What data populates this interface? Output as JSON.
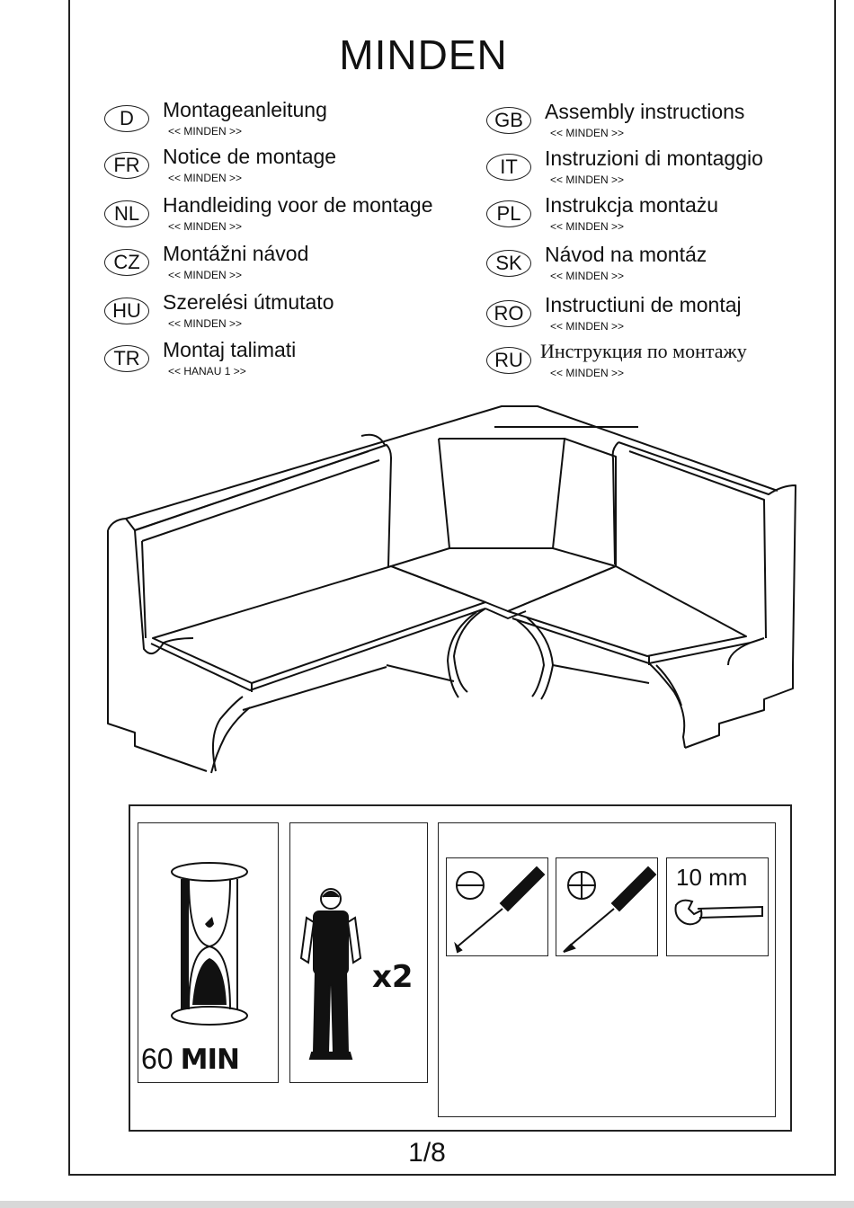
{
  "document": {
    "title": "MINDEN",
    "page_number": "1/8"
  },
  "languages_left": [
    {
      "code": "D",
      "name": "Montageanleitung",
      "sub": "<< MINDEN >>"
    },
    {
      "code": "FR",
      "name": "Notice de montage",
      "sub": "<< MINDEN >>"
    },
    {
      "code": "NL",
      "name": "Handleiding voor de montage",
      "sub": "<< MINDEN >>"
    },
    {
      "code": "CZ",
      "name": "Montážni návod",
      "sub": "<< MINDEN >>"
    },
    {
      "code": "HU",
      "name": "Szerelési útmutato",
      "sub": "<< MINDEN >>"
    },
    {
      "code": "TR",
      "name": "Montaj talimati",
      "sub": "<< HANAU 1 >>"
    }
  ],
  "languages_right": [
    {
      "code": "GB",
      "name": "Assembly instructions",
      "sub": "<< MINDEN >>"
    },
    {
      "code": "IT",
      "name": "Instruzioni di montaggio",
      "sub": "<< MINDEN >>"
    },
    {
      "code": "PL",
      "name": "Instrukcja montażu",
      "sub": "<< MINDEN >>"
    },
    {
      "code": "SK",
      "name": "Návod na montáz",
      "sub": "<< MINDEN >>"
    },
    {
      "code": "RO",
      "name": "Instructiuni de montaj",
      "sub": "<< MINDEN >>"
    },
    {
      "code": "RU",
      "name": "Инструкция по монтажу",
      "sub": "<< MINDEN >>"
    }
  ],
  "requirements": {
    "time_value": "60",
    "time_unit": "MIN",
    "persons": "x2",
    "wrench_size": "10 mm"
  },
  "icons": [
    "hourglass-icon",
    "worker-icon",
    "flat-screwdriver-icon",
    "phillips-screwdriver-icon",
    "wrench-icon"
  ]
}
